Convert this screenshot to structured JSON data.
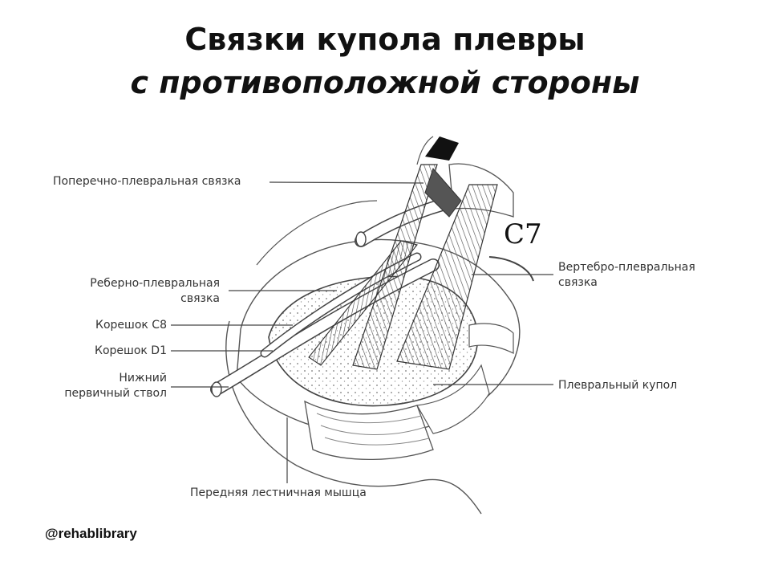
{
  "title": {
    "line1": "Связки купола плевры",
    "line2": "с противоположной стороны"
  },
  "labels": {
    "transverse_pleural": "Поперечно-плевральная связка",
    "costo_pleural_1": "Реберно-плевральная",
    "costo_pleural_2": "связка",
    "root_c8": "Корешок С8",
    "root_d1": "Корешок D1",
    "lower_trunk_1": "Нижний",
    "lower_trunk_2": "первичный ствол",
    "vertebro_pleural_1": "Вертебро-плевральная",
    "vertebro_pleural_2": "связка",
    "pleural_dome": "Плевральный купол",
    "scalene": "Передняя лестничная мышца",
    "vertebra": "C7"
  },
  "credit": "@rehablibrary"
}
